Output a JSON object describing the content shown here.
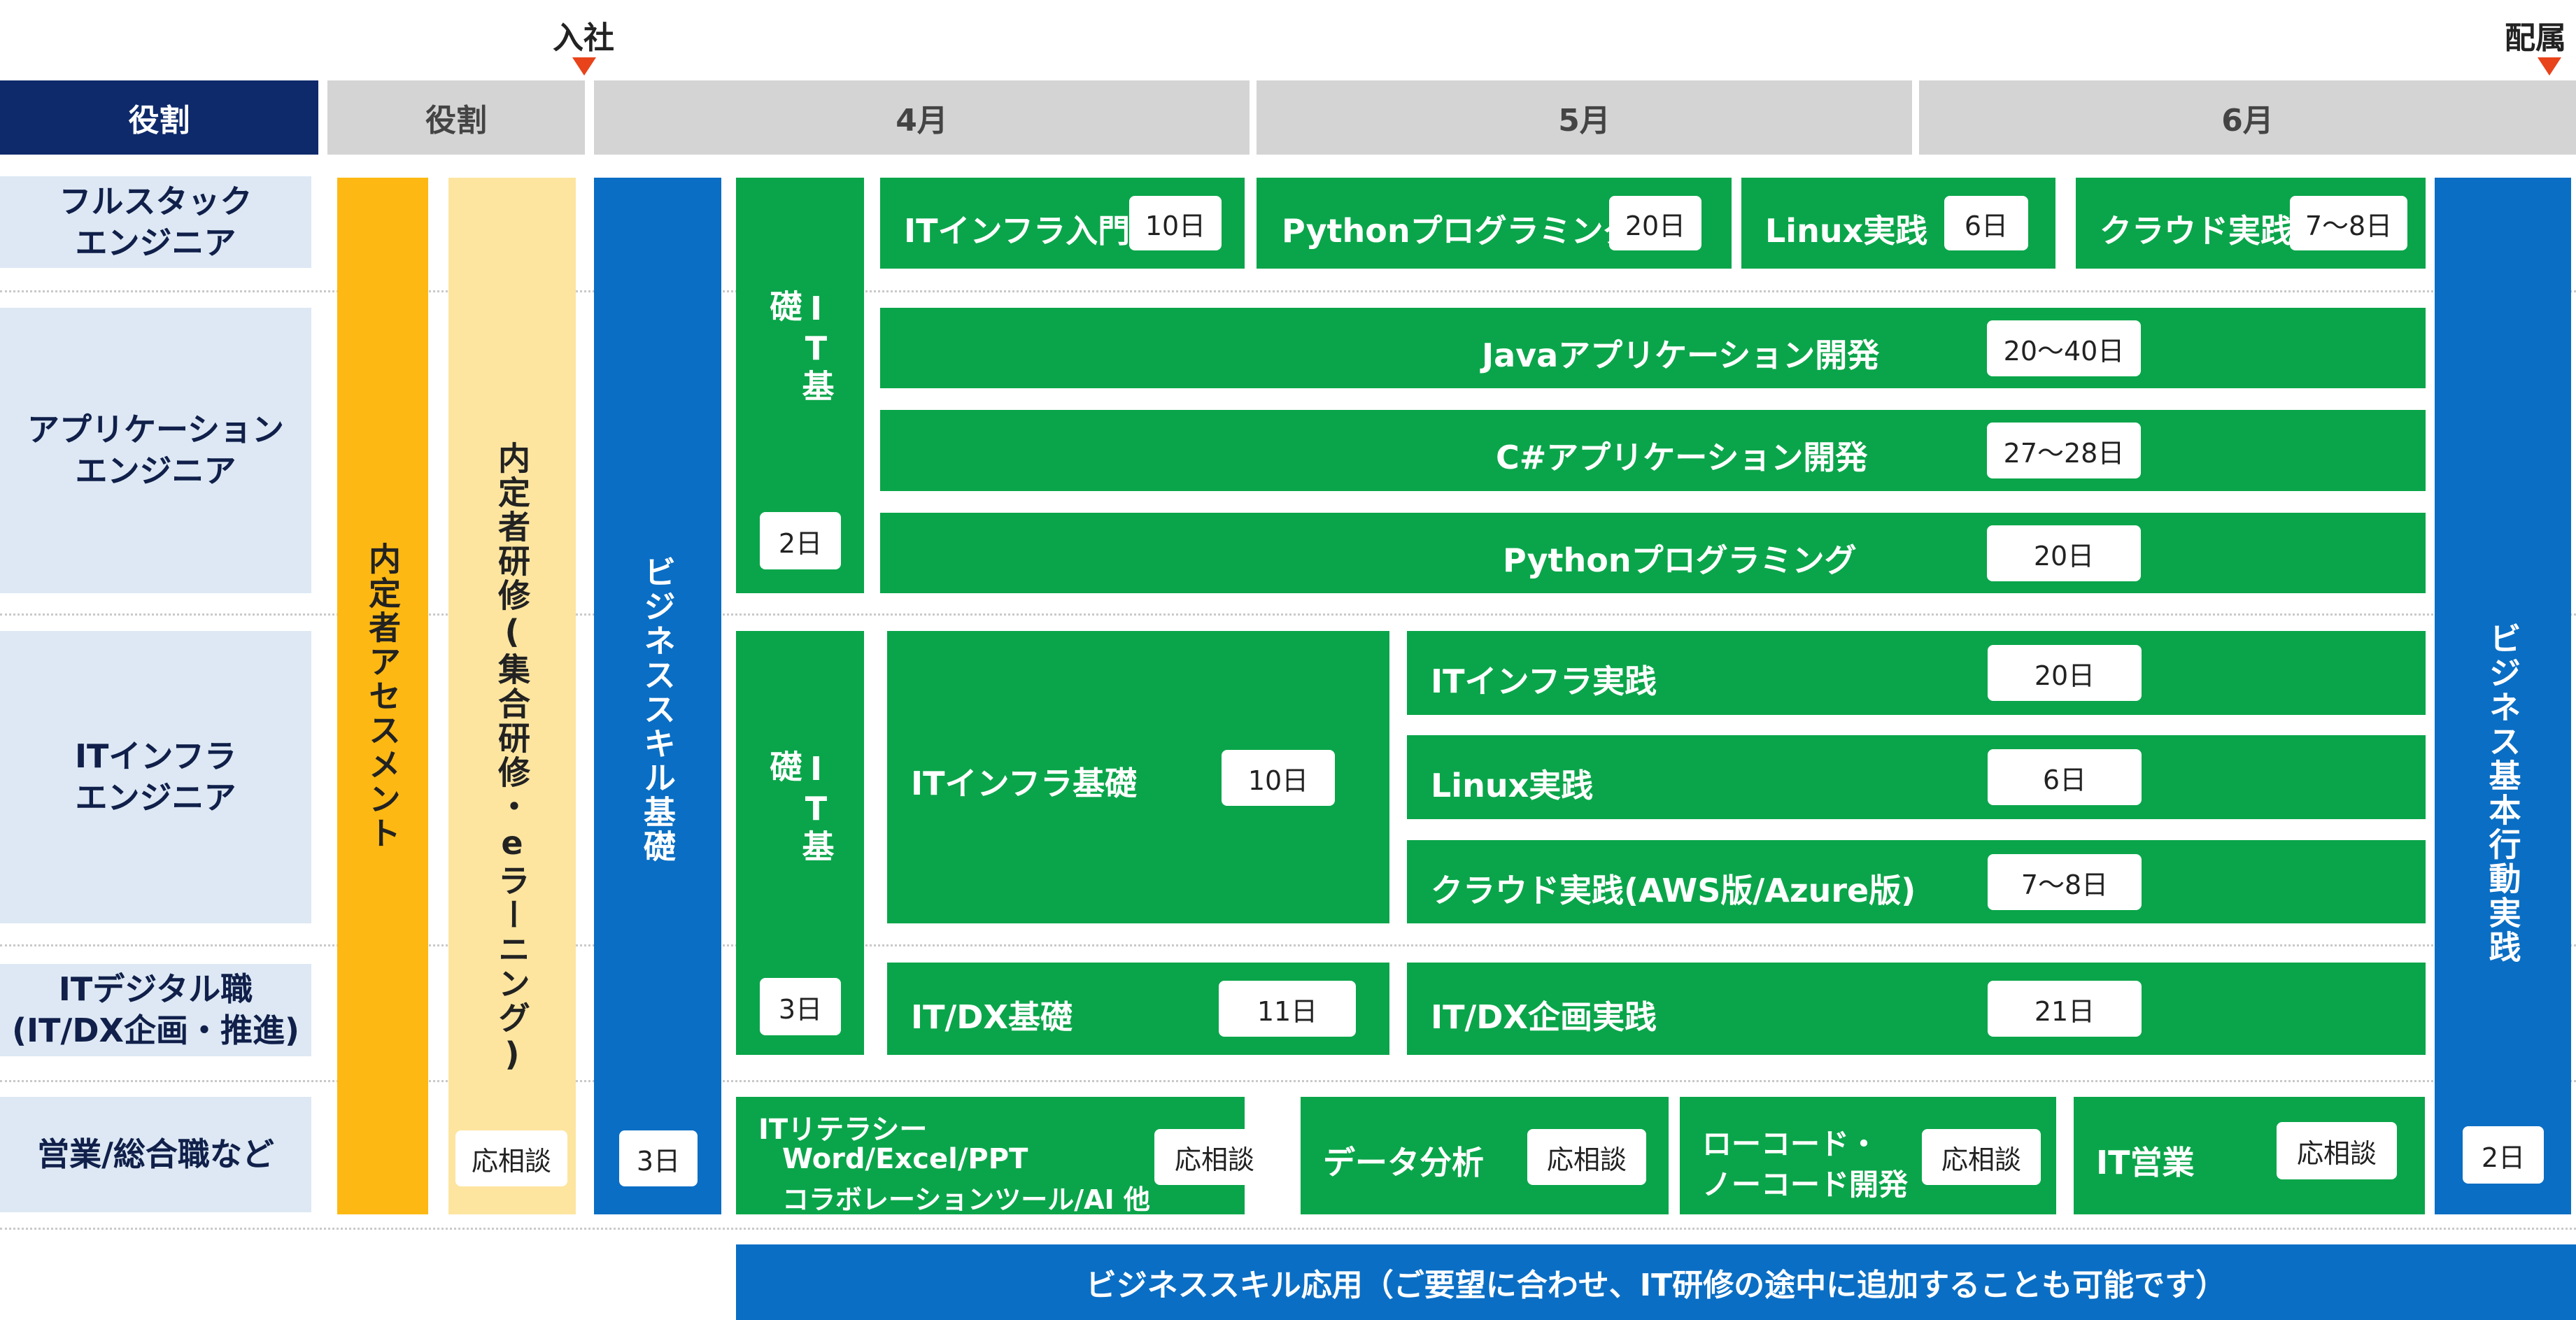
{
  "markers": {
    "join": "入社",
    "assign": "配属"
  },
  "header": {
    "role_dark": "役割",
    "role_gray": "役割",
    "m4": "4月",
    "m5": "5月",
    "m6": "6月"
  },
  "roles": {
    "fullstack_1": "フルスタック",
    "fullstack_2": "エンジニア",
    "app_1": "アプリケーション",
    "app_2": "エンジニア",
    "infra_1": "ITインフラ",
    "infra_2": "エンジニア",
    "dx_1": "ITデジタル職",
    "dx_2": "(IT/DX企画・推進)",
    "sales": "営業/総合職など"
  },
  "vertical": {
    "assessment": "内定者アセスメント",
    "pre_training": "内定者研修(集合研修・eラーニング)",
    "pre_training_days": "応相談",
    "biz_basic": "ビジネススキル基礎",
    "biz_basic_days": "3日",
    "it_basic_1": "IT基礎",
    "it_basic_1_days": "2日",
    "it_basic_2": "IT基礎",
    "it_basic_2_days": "3日",
    "biz_action": "ビジネス基本行動実践",
    "biz_action_days": "2日"
  },
  "courses": {
    "c1": {
      "title": "ITインフラ入門",
      "days": "10日"
    },
    "c2": {
      "title": "Pythonプログラミング",
      "days": "20日"
    },
    "c3": {
      "title": "Linux実践",
      "days": "6日"
    },
    "c4": {
      "title": "クラウド実践",
      "days": "7〜8日"
    },
    "c5": {
      "title": "Javaアプリケーション開発",
      "days": "20〜40日"
    },
    "c6": {
      "title": "C#アプリケーション開発",
      "days": "27〜28日"
    },
    "c7": {
      "title": "Pythonプログラミング",
      "days": "20日"
    },
    "c8": {
      "title": "ITインフラ基礎",
      "days": "10日"
    },
    "c9": {
      "title": "ITインフラ実践",
      "days": "20日"
    },
    "c10": {
      "title": "Linux実践",
      "days": "6日"
    },
    "c11": {
      "title": "クラウド実践(AWS版/Azure版)",
      "days": "7〜8日"
    },
    "c12": {
      "title": "IT/DX基礎",
      "days": "11日"
    },
    "c13": {
      "title": "IT/DX企画実践",
      "days": "21日"
    },
    "c14": {
      "line1": "ITリテラシー",
      "line2": "Word/Excel/PPT",
      "line3": "コラボレーションツール/AI 他",
      "days": "応相談"
    },
    "c15": {
      "title": "データ分析",
      "days": "応相談"
    },
    "c16": {
      "line1": "ローコード・",
      "line2": "ノーコード開発",
      "days": "応相談"
    },
    "c17": {
      "title": "IT営業",
      "days": "応相談"
    }
  },
  "footer": {
    "biz_applied": "ビジネススキル応用（ご要望に合わせ、IT研修の途中に追加することも可能です）"
  },
  "colors": {
    "navy": "#0e2a6b",
    "gray_header": "#d4d4d4",
    "role_bg": "#dde8f4",
    "orange": "#fdb813",
    "light_yellow": "#fde5a0",
    "blue": "#0a6ec4",
    "green": "#0aa54a",
    "marker_red": "#e8431a"
  }
}
